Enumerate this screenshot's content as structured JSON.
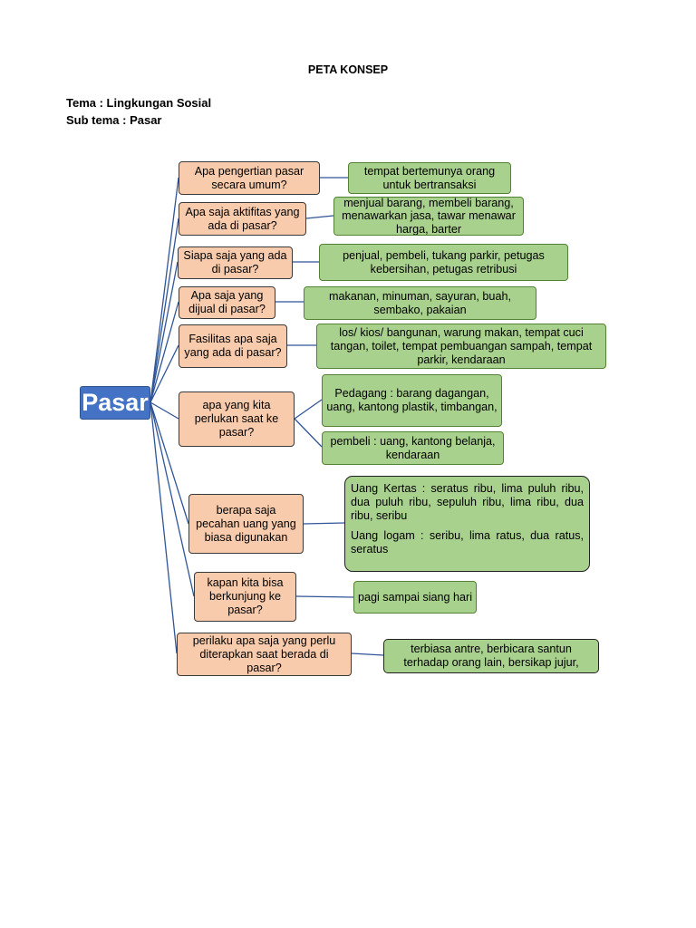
{
  "title": "PETA KONSEP",
  "tema": "Tema : Lingkungan Sosial",
  "subtema": "Sub tema : Pasar",
  "root": "Pasar",
  "questions": [
    "Apa pengertian pasar secara umum?",
    "Apa saja aktifitas yang ada di pasar?",
    "Siapa saja yang ada di pasar?",
    "Apa saja yang dijual di pasar?",
    "Fasilitas apa saja yang ada di pasar?",
    "apa yang kita perlukan saat ke pasar?",
    "berapa saja pecahan uang yang biasa digunakan",
    "kapan kita bisa berkunjung ke pasar?",
    "perilaku apa saja yang perlu diterapkan saat berada di pasar?"
  ],
  "answers": [
    "tempat bertemunya orang untuk bertransaksi",
    "menjual barang, membeli barang, menawarkan jasa, tawar menawar harga, barter",
    "penjual, pembeli, tukang parkir, petugas kebersihan, petugas retribusi",
    "makanan, minuman, sayuran, buah, sembako, pakaian",
    "los/  kios/ bangunan, warung makan, tempat cuci tangan, toilet, tempat pembuangan sampah, tempat parkir, kendaraan",
    "Pedagang : barang dagangan, uang, kantong plastik, timbangan,",
    "pembeli : uang, kantong belanja, kendaraan",
    "Uang Kertas : seratus ribu, lima puluh ribu, dua puluh ribu, sepuluh ribu, lima ribu, dua ribu, seribu",
    "Uang logam : seribu, lima ratus, dua ratus, seratus",
    "pagi sampai siang hari",
    "terbiasa antre, berbicara santun terhadap orang lain, bersikap jujur,"
  ]
}
